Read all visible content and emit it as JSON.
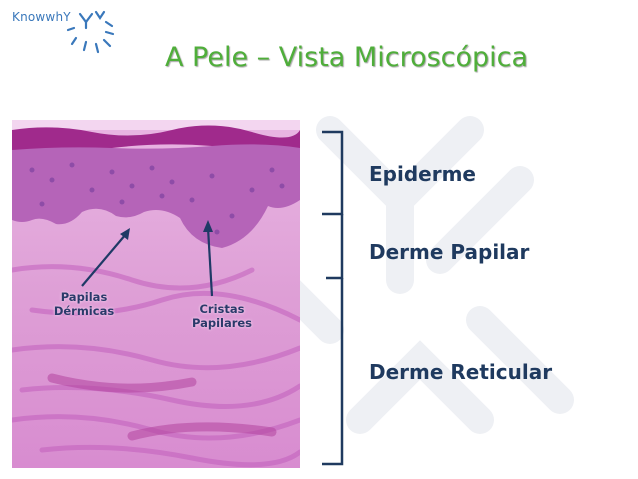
{
  "logo": {
    "text": "KnowwhY"
  },
  "title": "A Pele – Vista Microscópica",
  "layers": [
    {
      "label": "Epiderme"
    },
    {
      "label": "Derme Papilar"
    },
    {
      "label": "Derme Reticular"
    }
  ],
  "image_labels": {
    "papillae_line1": "Papilas",
    "papillae_line2": "Dérmicas",
    "ridges_line1": "Cristas",
    "ridges_line2": "Papilares"
  },
  "colors": {
    "title": "#4fae3a",
    "labels": "#1f3a5f",
    "bracket": "#1f3a5f",
    "logo": "#3a78bb"
  }
}
